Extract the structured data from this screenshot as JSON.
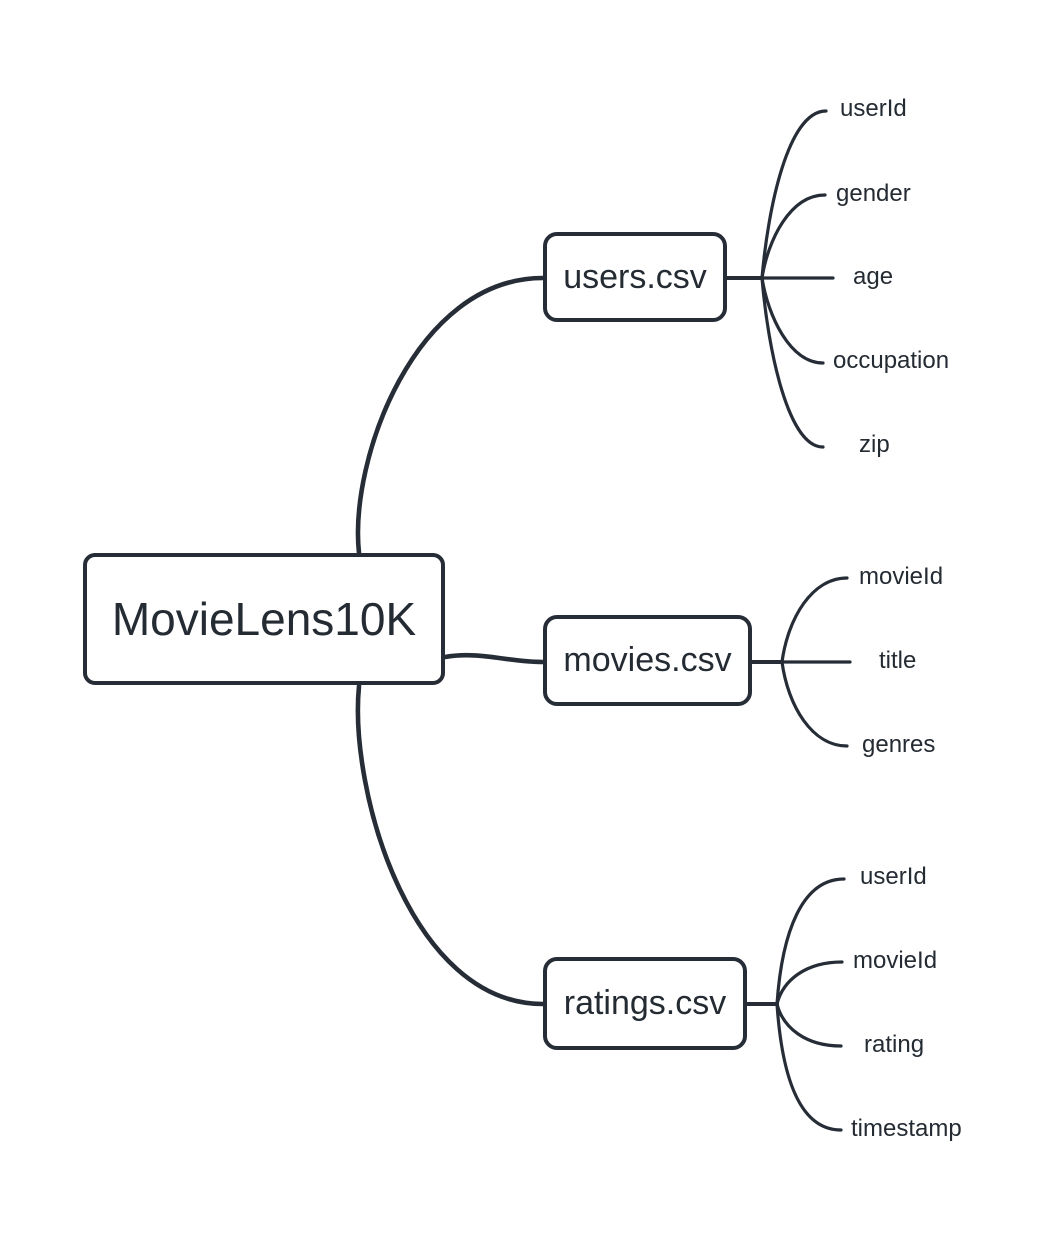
{
  "diagram": {
    "title": "MovieLens10K dataset schema mind map",
    "colors": {
      "stroke": "#262d37",
      "text": "#242b33",
      "background": "#ffffff"
    },
    "root": {
      "label": "MovieLens10K"
    },
    "branches": [
      {
        "label": "users.csv",
        "leaves": [
          "userId",
          "gender",
          "age",
          "occupation",
          "zip"
        ]
      },
      {
        "label": "movies.csv",
        "leaves": [
          "movieId",
          "title",
          "genres"
        ]
      },
      {
        "label": "ratings.csv",
        "leaves": [
          "userId",
          "movieId",
          "rating",
          "timestamp"
        ]
      }
    ]
  }
}
